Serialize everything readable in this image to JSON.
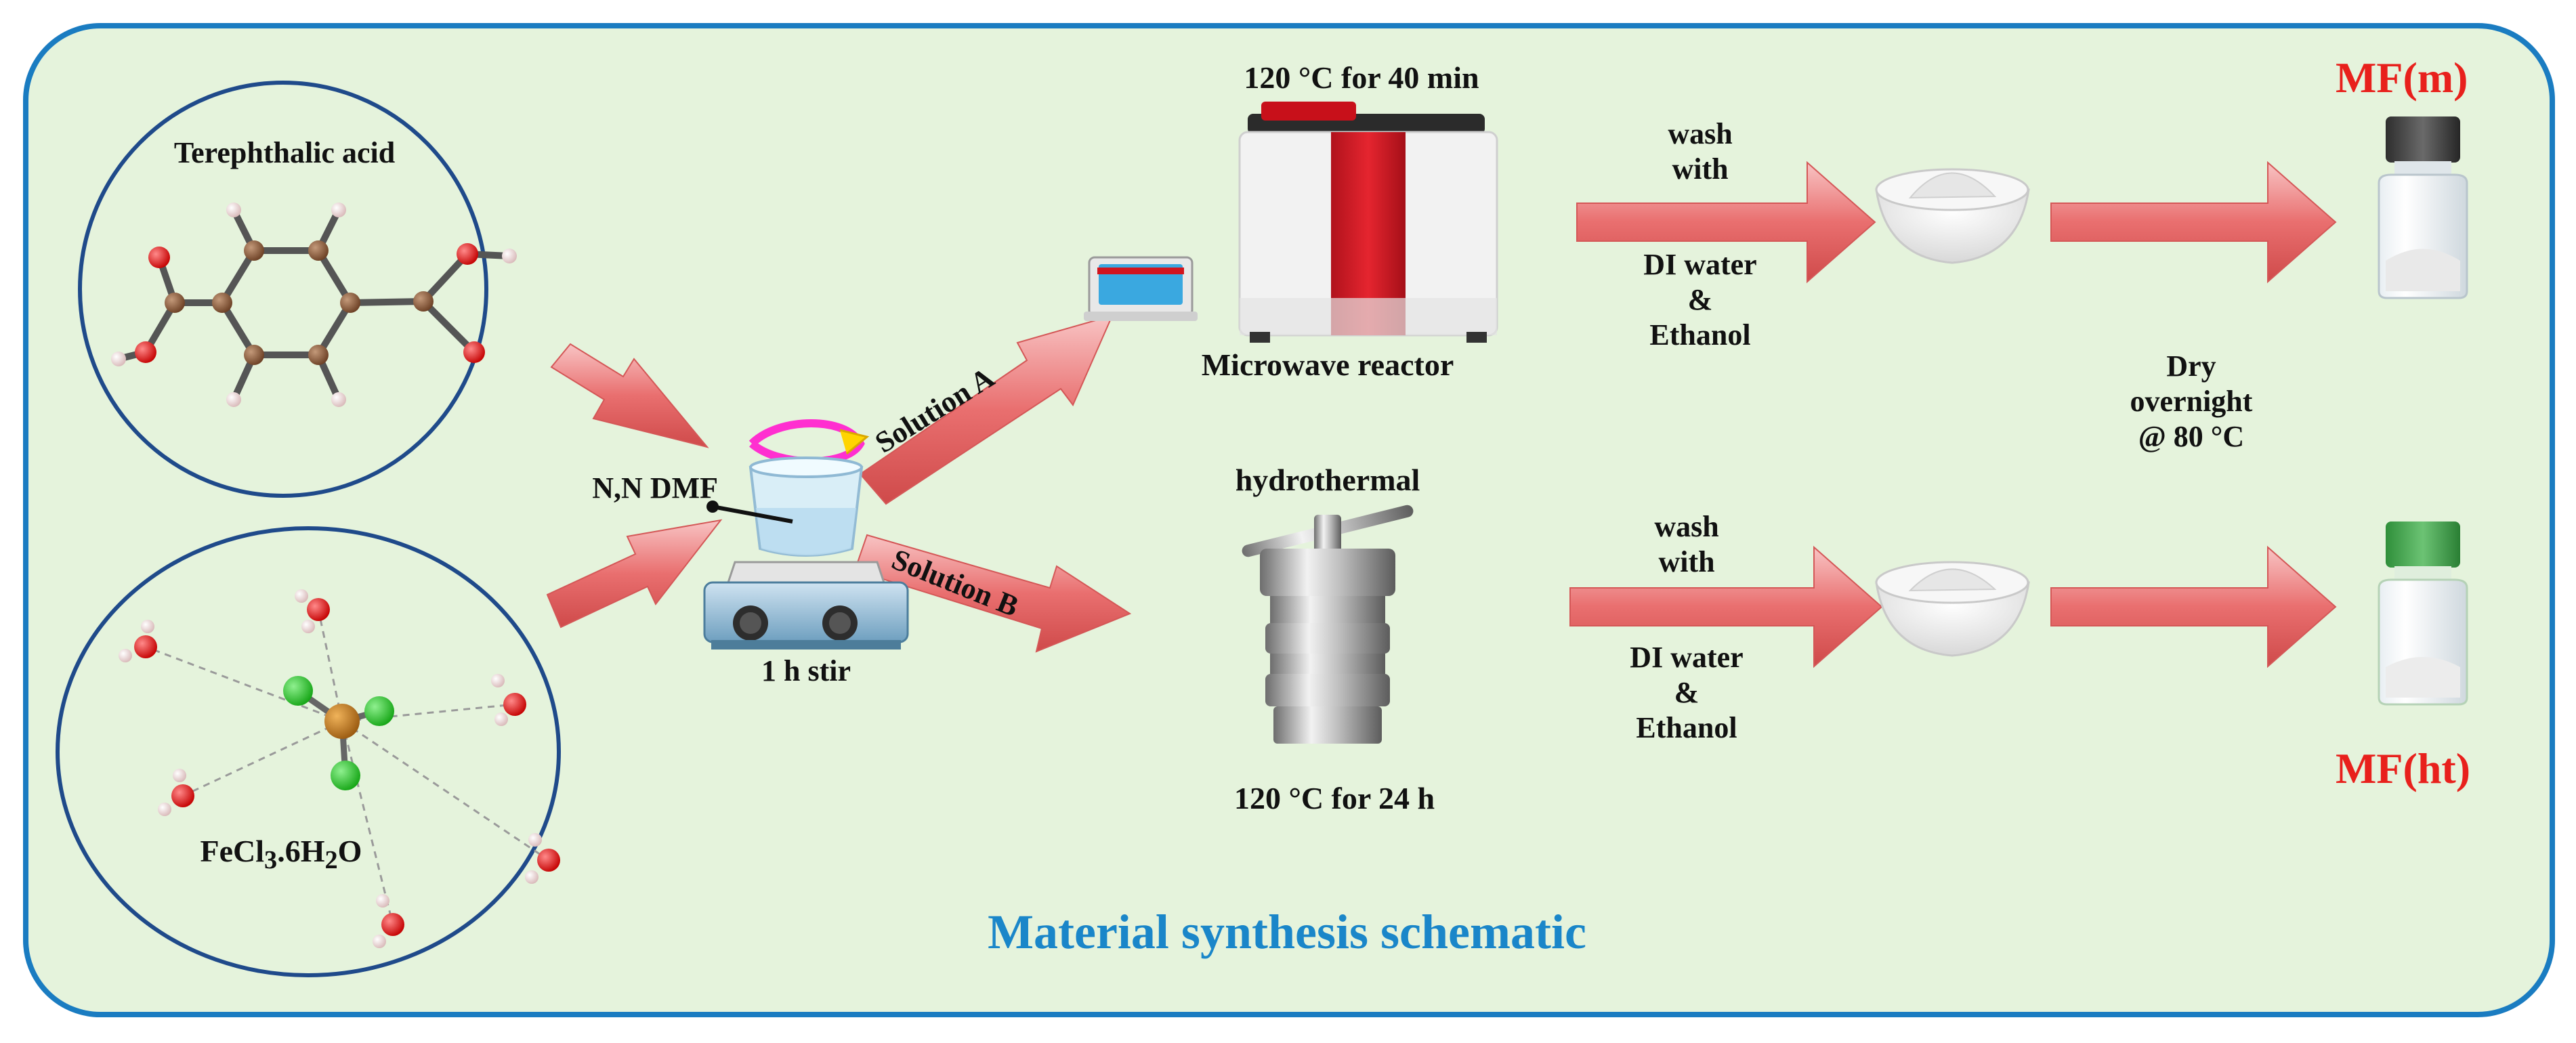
{
  "title": "Material synthesis schematic",
  "precursors": {
    "acid": "Terephthalic acid",
    "salt_formula": "FeCl",
    "salt_sub1": "3",
    "salt_mid": ".6H",
    "salt_sub2": "2",
    "salt_end": "O"
  },
  "mixing": {
    "solvent": "N,N DMF",
    "stir": "1 h stir"
  },
  "routes": {
    "solution_a": "Solution A",
    "solution_b": "Solution B",
    "microwave_condition": "120 °C for 40 min",
    "microwave_label": "Microwave reactor",
    "hydrothermal_label": "hydrothermal",
    "hydrothermal_condition": "120 °C for 24 h"
  },
  "wash": {
    "line1": "wash",
    "line2": "with",
    "line3": "DI water",
    "line4": "&",
    "line5": "Ethanol"
  },
  "dry": {
    "line1": "Dry",
    "line2": "overnight",
    "line3": "@ 80 °C"
  },
  "products": {
    "microwave": "MF(m)",
    "hydrothermal": "MF(ht)"
  },
  "colors": {
    "background": "#e5f3dc",
    "frame": "#1a7cc1",
    "title": "#1a86c9",
    "product": "#e8201c",
    "arrow": "#e96f6f",
    "circle_border": "#1f4a8a"
  }
}
